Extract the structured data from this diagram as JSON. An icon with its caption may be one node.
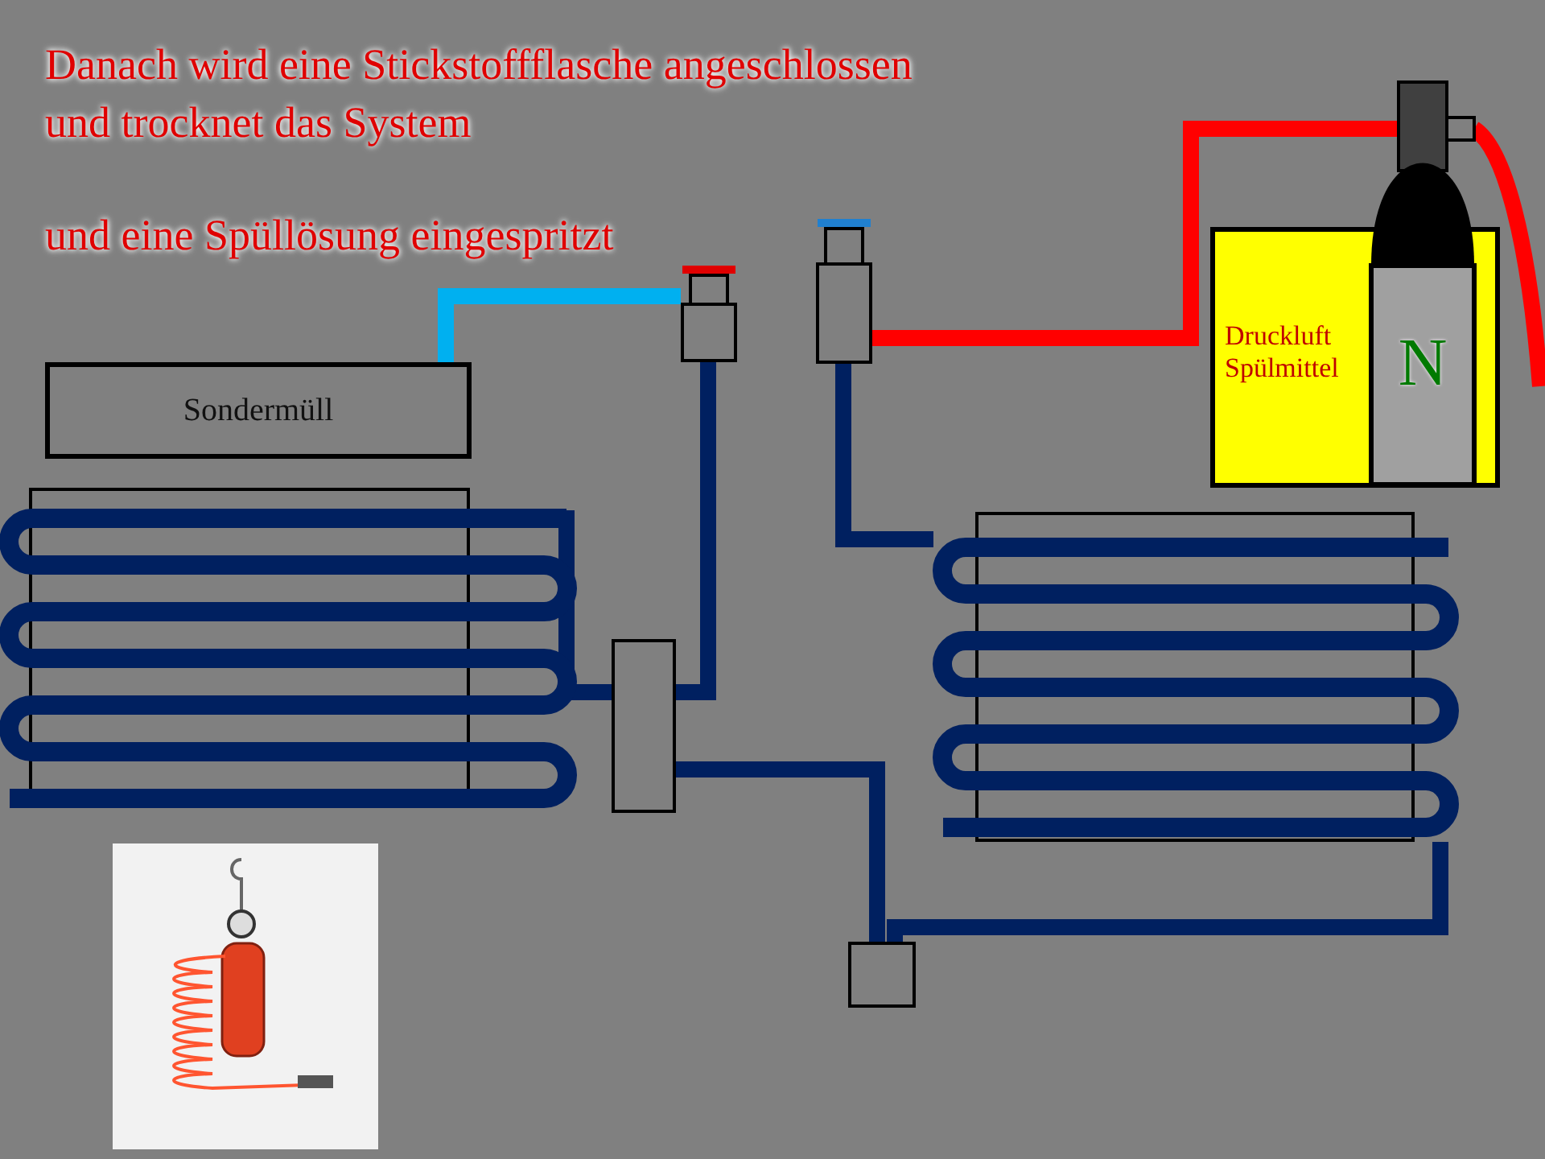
{
  "diagram": {
    "nodes": [
      {
        "text": [
          "Sondermüll"
        ]
      },
      {
        "text": [
          "Druckluft Spülmittel"
        ]
      },
      {
        "text": [
          "N"
        ],
        "in": 1
      },
      {
        "text": [],
        "shape": "box"
      },
      {
        "text": [],
        "shape": "box"
      },
      {
        "text": [],
        "shape": "box"
      },
      {
        "text": [],
        "shape": "box"
      },
      {
        "text": [],
        "shape": "box"
      },
      {
        "text": [],
        "shape": "box"
      },
      {
        "text": [],
        "shape": "picture"
      }
    ],
    "edges": [
      {
        "from": 0,
        "to": 3,
        "arrow": "none",
        "color": "#00b0f0"
      },
      {
        "from": 2,
        "to": 4,
        "arrow": "none",
        "color": "#ff0000"
      },
      {
        "from": 2,
        "to": null,
        "arrow": "none",
        "color": "#ff0000"
      },
      {
        "from": 3,
        "to": 6,
        "arrow": "none"
      },
      {
        "from": 6,
        "to": 5,
        "arrow": "none"
      },
      {
        "from": 4,
        "to": 7,
        "arrow": "none"
      },
      {
        "from": 6,
        "to": 8,
        "arrow": "none"
      },
      {
        "from": 7,
        "to": 8,
        "arrow": "none"
      }
    ],
    "labels": [
      "Danach wird eine Stickstoffflasche angeschlossen und trocknet das System",
      "und eine Spüllösung eingespritzt"
    ]
  }
}
